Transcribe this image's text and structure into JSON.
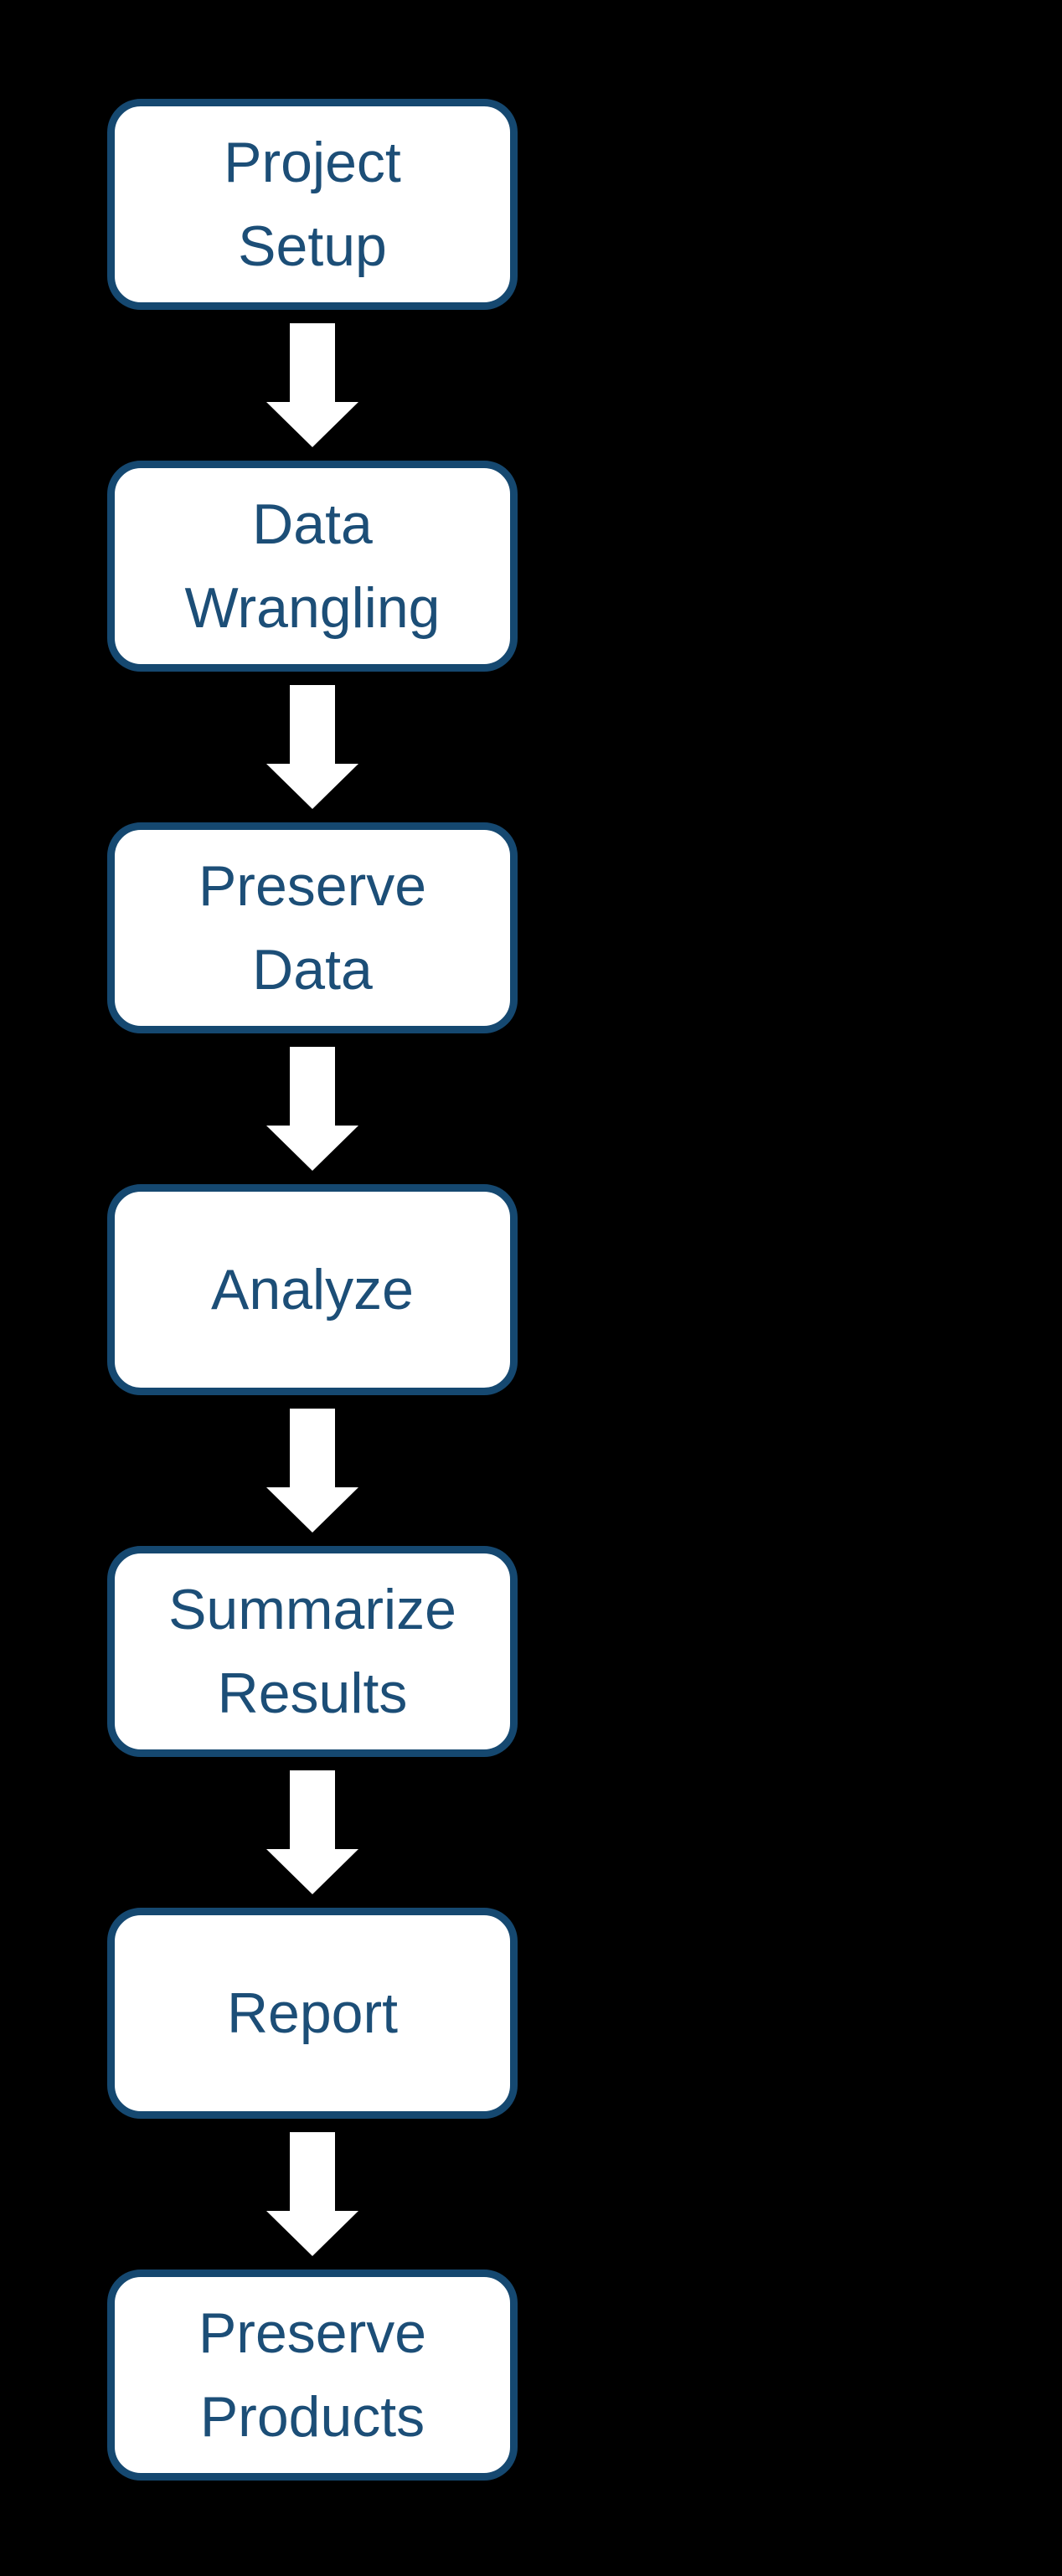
{
  "diagram": {
    "type": "flowchart",
    "direction": "top-down",
    "colors": {
      "background": "#000000",
      "box_fill": "#FFFFFF",
      "box_border": "#154870",
      "text": "#1C4E77",
      "arrow": "#FFFFFF"
    },
    "steps": [
      {
        "label": "Project\nSetup"
      },
      {
        "label": "Data\nWrangling"
      },
      {
        "label": "Preserve\nData"
      },
      {
        "label": "Analyze"
      },
      {
        "label": "Summarize\nResults"
      },
      {
        "label": "Report"
      },
      {
        "label": "Preserve\nProducts"
      }
    ]
  }
}
